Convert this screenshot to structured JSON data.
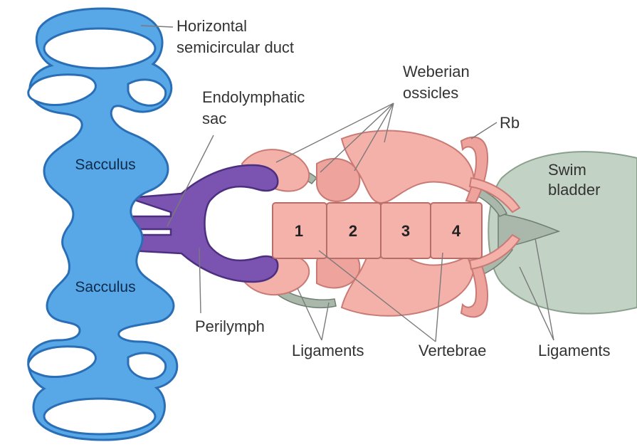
{
  "labels": {
    "horizontal_duct_line1": "Horizontal",
    "horizontal_duct_line2": "semicircular duct",
    "weberian_line1": "Weberian",
    "weberian_line2": "ossicles",
    "endolymphatic_line1": "Endolymphatic",
    "endolymphatic_line2": "sac",
    "rb": "Rb",
    "swim_bladder_line1": "Swim",
    "swim_bladder_line2": "bladder",
    "sacculus_top": "Sacculus",
    "sacculus_bottom": "Sacculus",
    "perilymph": "Perilymph",
    "ligaments_left": "Ligaments",
    "vertebrae": "Vertebrae",
    "ligaments_right": "Ligaments"
  },
  "vertebrae_numbers": [
    "1",
    "2",
    "3",
    "4"
  ],
  "colors": {
    "sacculus_blue": "#58a8e8",
    "sac_purple": "#7a54b0",
    "ossicle_pink": "#f3b1aa",
    "swim_bladder": "#c2d2c4"
  }
}
